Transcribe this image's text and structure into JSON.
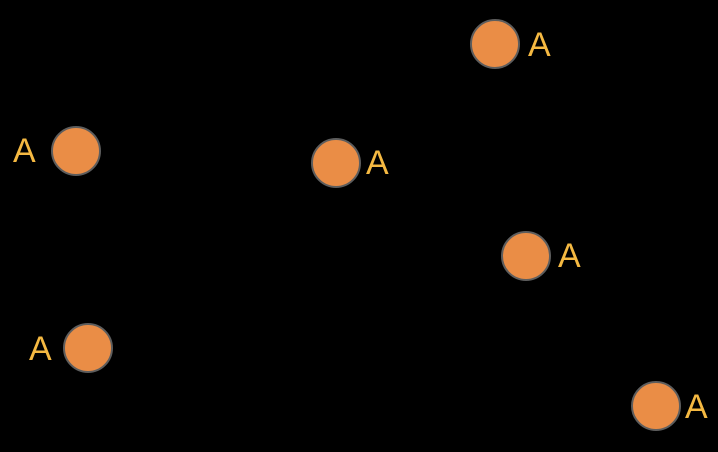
{
  "colors": {
    "background": "#000000",
    "marker_fill": "#ea8d46",
    "marker_stroke": "#5d5d5d",
    "label": "#f5b942"
  },
  "markers": [
    {
      "label": "A"
    },
    {
      "label": "A"
    },
    {
      "label": "A"
    },
    {
      "label": "A"
    },
    {
      "label": "A"
    },
    {
      "label": "A"
    }
  ]
}
